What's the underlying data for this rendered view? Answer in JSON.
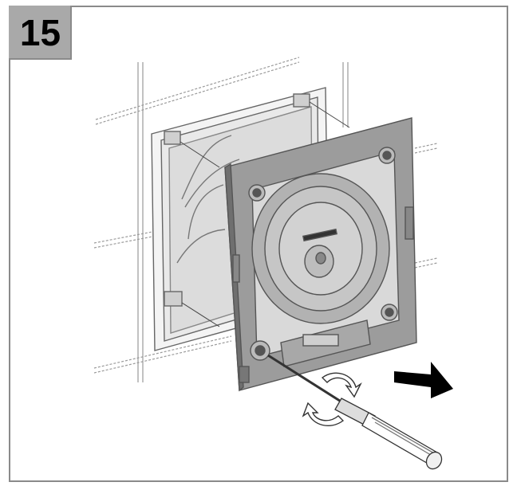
{
  "step": {
    "number": "15"
  },
  "colors": {
    "frame_border": "#8a8a8a",
    "badge_fill": "#a9a9a9",
    "plate_fill": "#9c9c9c",
    "plate_dark": "#6f6f6f",
    "line_art": "#555555",
    "arrow_fill": "#000000"
  },
  "icons": [
    "wall-tile-grid",
    "flush-mounting-box",
    "mounting-plate",
    "rotary-dial",
    "screwdriver",
    "rotation-arrows-icon",
    "push-arrow-icon"
  ]
}
